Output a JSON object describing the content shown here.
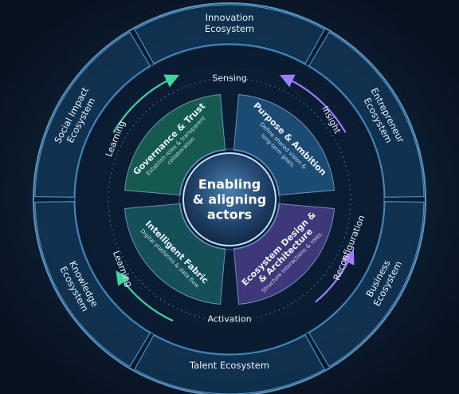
{
  "center": {
    "lines": [
      "Enabling",
      "& aligning",
      "actors"
    ]
  },
  "outer_ring": [
    {
      "lines": [
        "Innovation",
        "Ecosystem"
      ]
    },
    {
      "lines": [
        "Entrepreneur",
        "Ecosystem"
      ]
    },
    {
      "lines": [
        "Business",
        "Ecosystem"
      ]
    },
    {
      "lines": [
        "Talent Ecosystem"
      ]
    },
    {
      "lines": [
        "Knowledge",
        "Ecosystem"
      ]
    },
    {
      "lines": [
        "Social Impact",
        "Ecosystem"
      ]
    }
  ],
  "cycle_stages": [
    "Sensing",
    "Insight",
    "Reconfiguration",
    "Activation",
    "Learning",
    "Learning"
  ],
  "quadrants": [
    {
      "title": "Purpose & Ambition",
      "desc": [
        "Define shared vision &",
        "long-term goals."
      ],
      "color": "#2a6fa8"
    },
    {
      "title": "Ecosystem Design &",
      "title2": "& Architecture",
      "desc": [
        "Structure interactions & roles."
      ],
      "color": "#6a4fb0"
    },
    {
      "title": "Intelligent Fabric",
      "desc": [
        "Digital platforms & data flow."
      ],
      "color": "#1f7a78"
    },
    {
      "title": "Governance & Trust",
      "desc": [
        "Establish roles & transparent",
        "collaboration"
      ],
      "color": "#1f8a66"
    }
  ],
  "colors": {
    "background": "#0a1424",
    "ring_stroke": "#4a8fc0",
    "text": "#e8f2ff",
    "accent_green": "#3fd6a0",
    "accent_purple": "#a07cff",
    "accent_blue": "#4db8ff"
  }
}
